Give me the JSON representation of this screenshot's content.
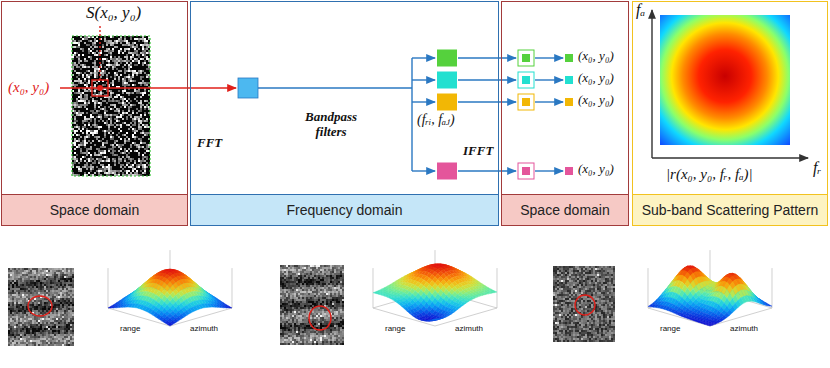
{
  "diagram": {
    "nodes": [
      {
        "text": [
          "Space domain"
        ]
      },
      {
        "text": [
          "Frequency domain"
        ]
      },
      {
        "text": [
          "Space domain"
        ]
      },
      {
        "text": [
          "Sub-band Scattering Pattern"
        ]
      }
    ],
    "labels": [
      "S(x₀, y₀)",
      "(x₀, y₀)",
      "FFT",
      "Bandpass filters",
      "(fᵣᵢ, fₐⱼ)",
      "IFFT",
      "(x₀, y₀)",
      "(x₀, y₀)",
      "(x₀, y₀)",
      "(x₀, y₀)",
      "fₐ",
      "fᵣ",
      "|r(x₀, y₀, fᵣ, fₐ)|",
      "range",
      "azimuth",
      "range",
      "azimuth",
      "range",
      "azimuth"
    ]
  }
}
